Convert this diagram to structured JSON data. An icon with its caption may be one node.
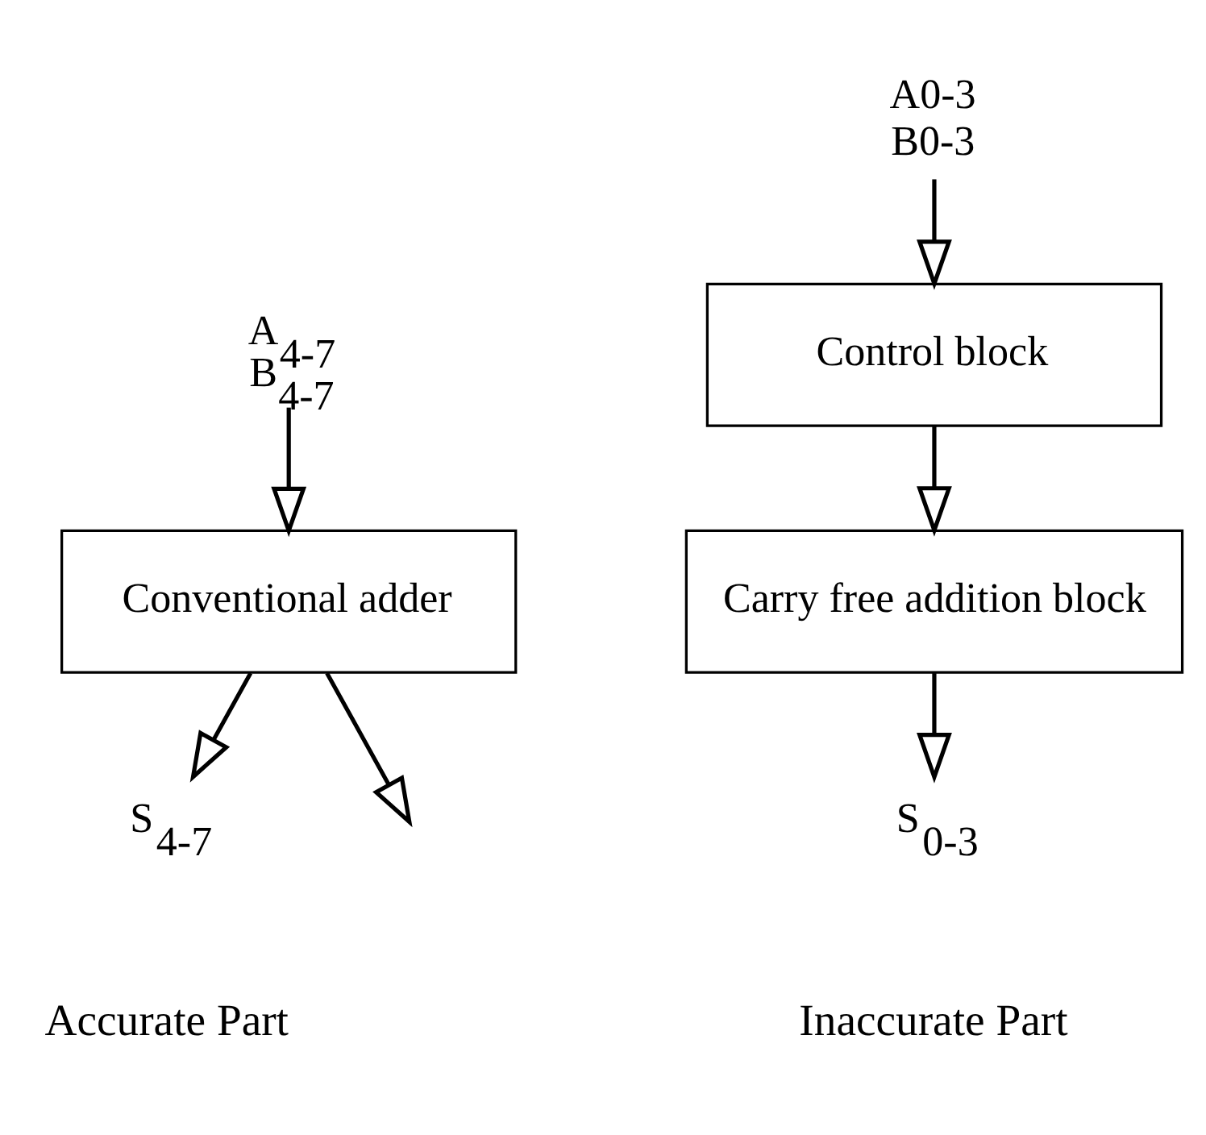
{
  "diagram": {
    "nodes": [
      {
        "text": [
          "A$_{4-7}$",
          "B$_{4-7}$"
        ]
      },
      {
        "text": [
          "Conventional adder"
        ]
      },
      {
        "text": [
          "S$_{4-7}$"
        ]
      },
      {
        "text": [
          "A0-3",
          "B0-3"
        ]
      },
      {
        "text": [
          "Control block"
        ]
      },
      {
        "text": [
          "Carry free addition block"
        ]
      },
      {
        "text": [
          "S$_{0-3}$"
        ]
      }
    ],
    "edges": [
      {
        "from": 0,
        "to": 1,
        "arrow": "to"
      },
      {
        "from": 1,
        "to": 2,
        "arrow": "to"
      },
      {
        "from": 1,
        "to": null,
        "arrow": "to"
      },
      {
        "from": 3,
        "to": 4,
        "arrow": "to"
      },
      {
        "from": 4,
        "to": 5,
        "arrow": "to"
      },
      {
        "from": 5,
        "to": 6,
        "arrow": "to"
      }
    ],
    "labels": [
      "Accurate Part",
      "Inaccurate Part"
    ]
  }
}
